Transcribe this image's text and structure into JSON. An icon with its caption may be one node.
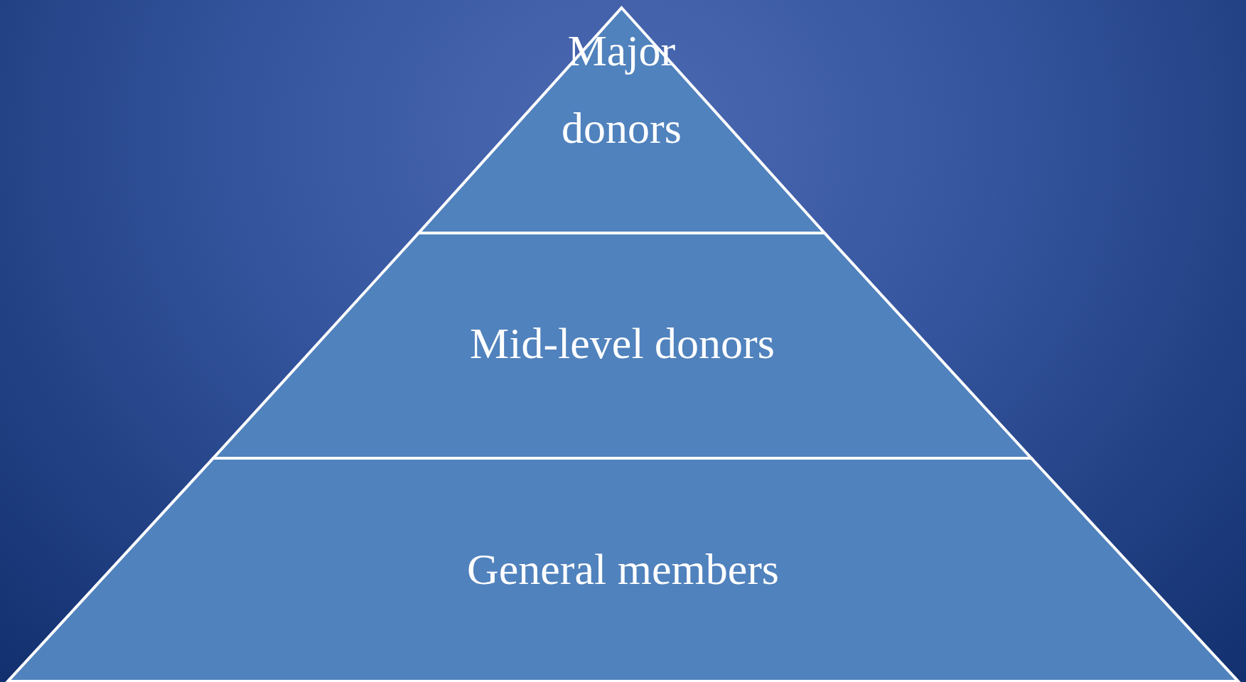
{
  "diagram": {
    "nodes": [
      {
        "text": [
          "Major donors"
        ]
      },
      {
        "text": [
          "Mid-level donors"
        ]
      },
      {
        "text": [
          "General members"
        ]
      }
    ]
  }
}
